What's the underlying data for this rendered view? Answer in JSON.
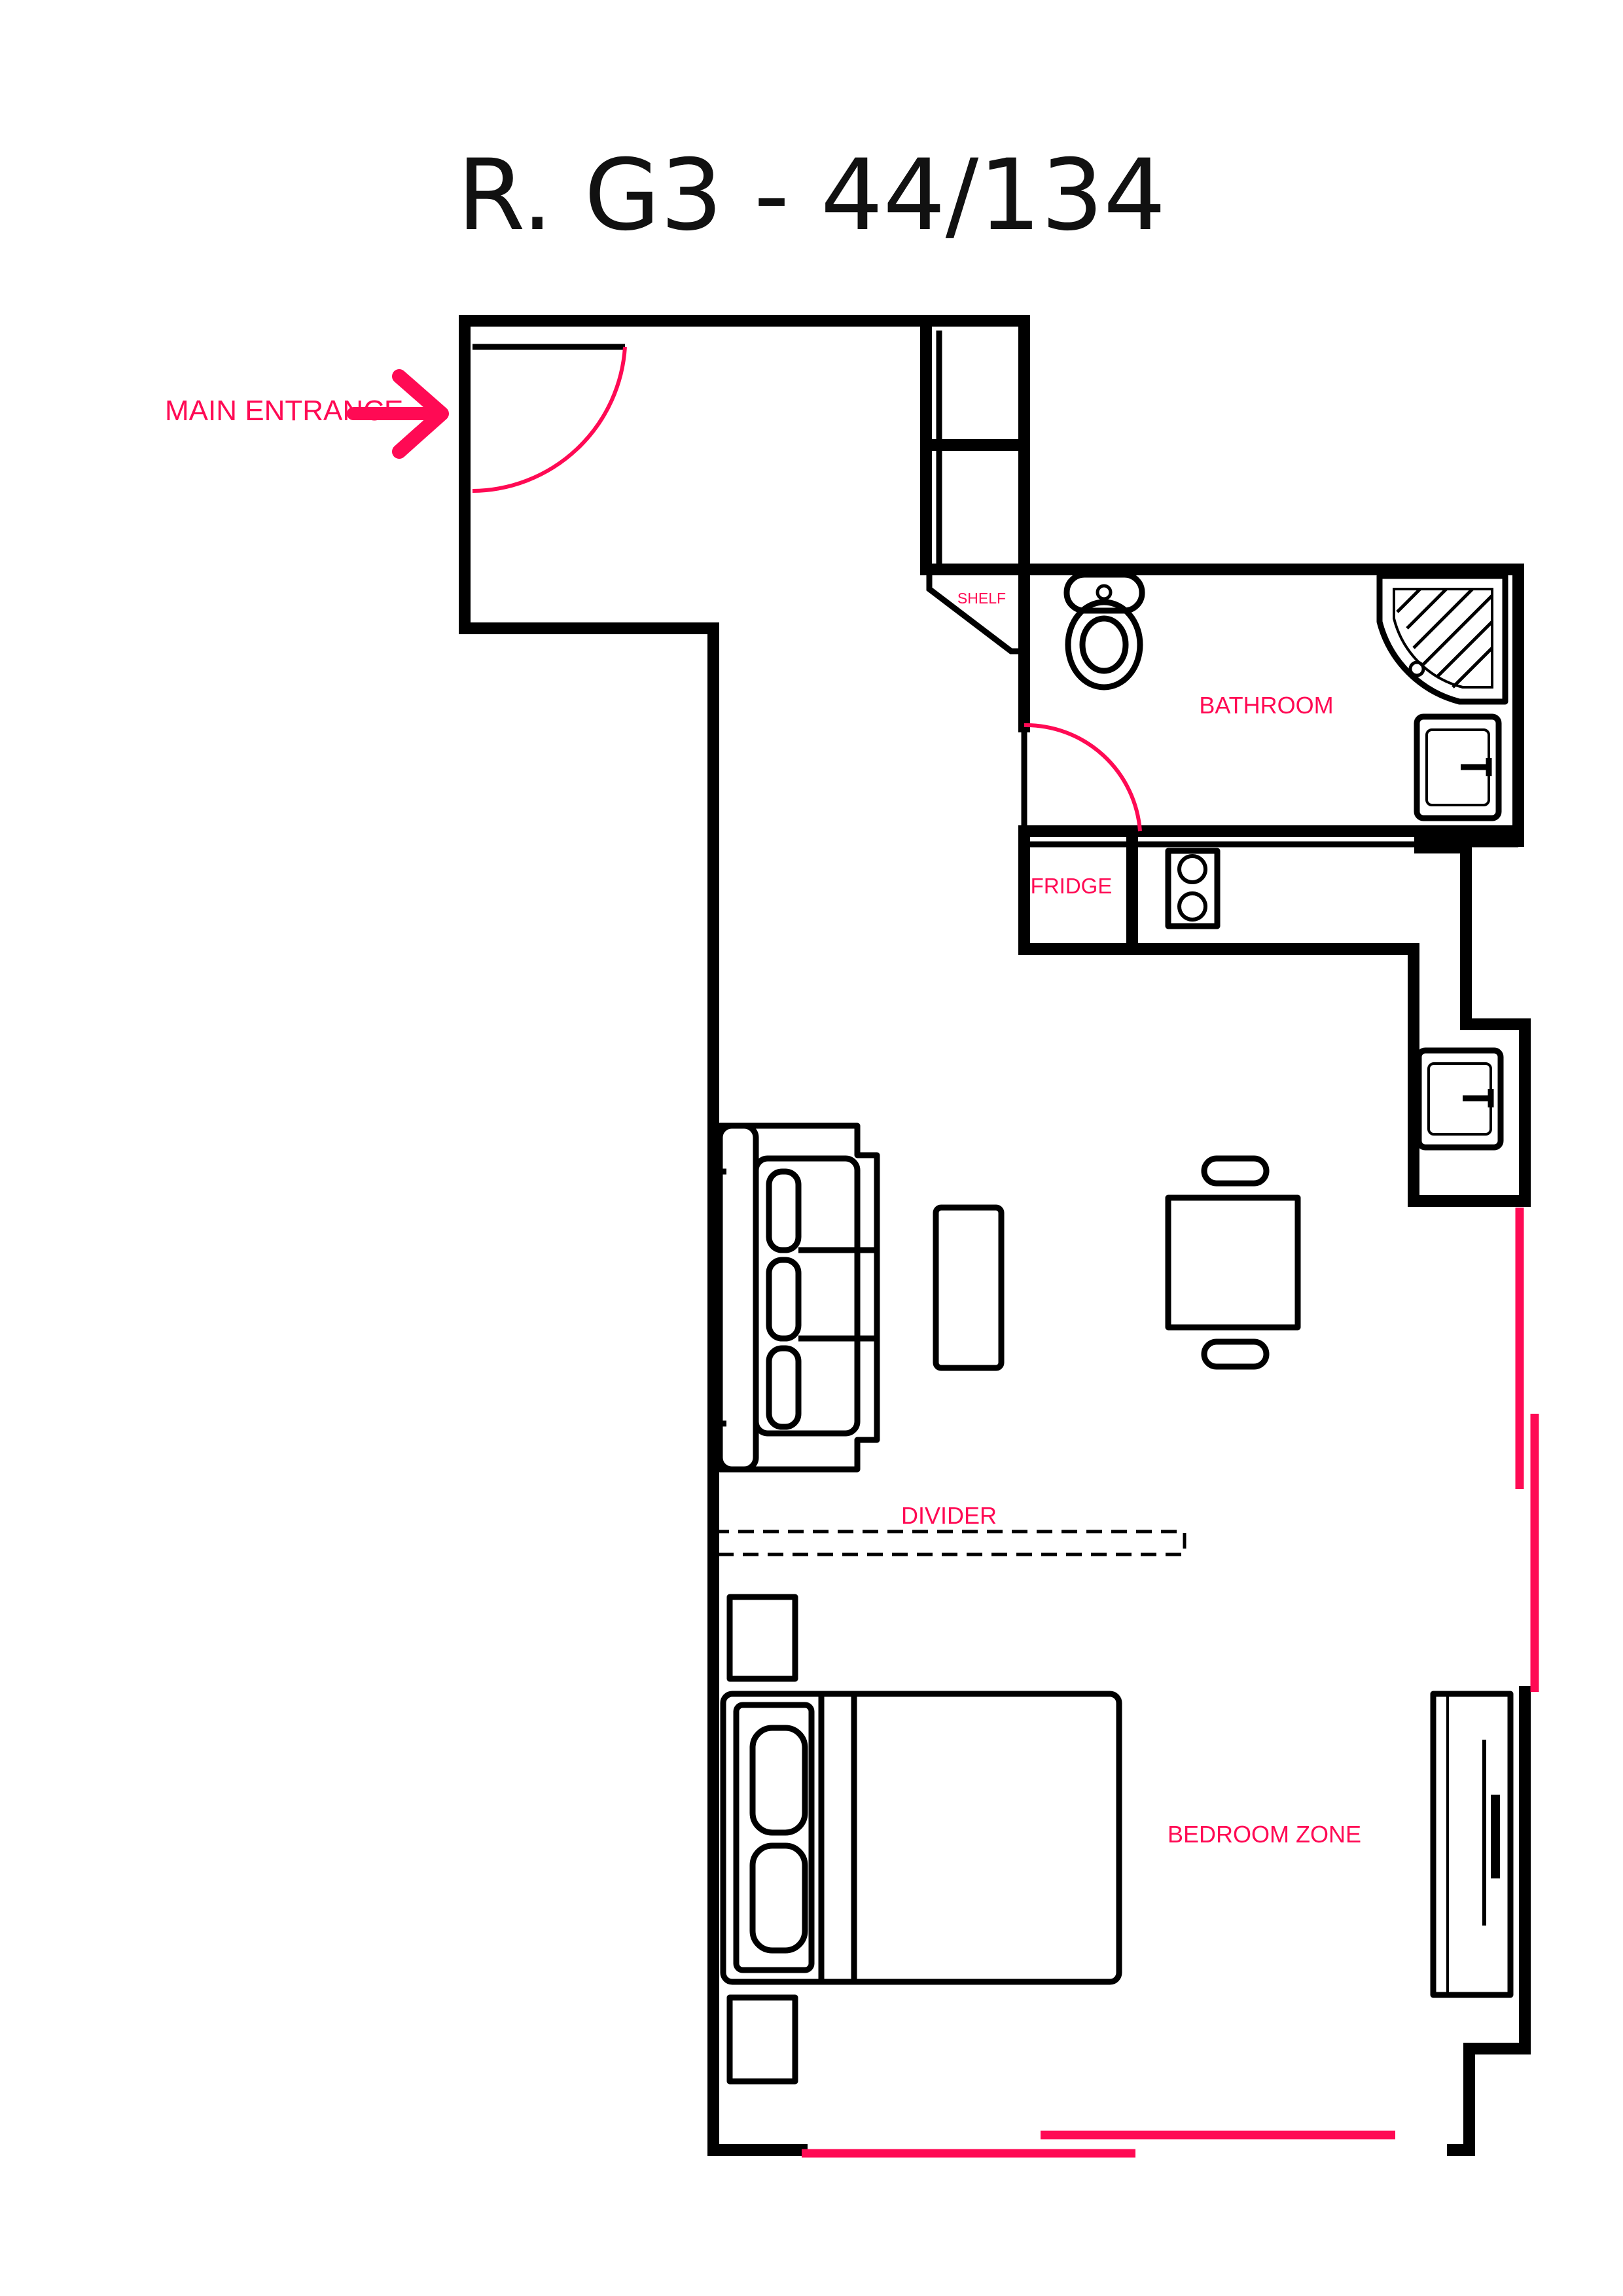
{
  "title": "R. G3 - 44/134",
  "labels": {
    "main_entrance": "MAIN ENTRANCE",
    "shelf": "SHELF",
    "bathroom": "BATHROOM",
    "fridge": "FRIDGE",
    "divider": "DIVIDER",
    "bedroom_zone": "BEDROOM ZONE"
  },
  "colors": {
    "walls": "#000000",
    "annotations": "#ff0a54",
    "background": "#ffffff"
  },
  "icons": [
    "entrance-arrow-icon",
    "door-swing-icon",
    "toilet-icon",
    "shower-tray-icon",
    "sink-icon",
    "hob-icon",
    "sofa-icon",
    "coffee-table-icon",
    "dining-table-icon",
    "chair-icon",
    "double-bed-icon",
    "nightstand-icon",
    "wardrobe-icon",
    "window-icon"
  ]
}
